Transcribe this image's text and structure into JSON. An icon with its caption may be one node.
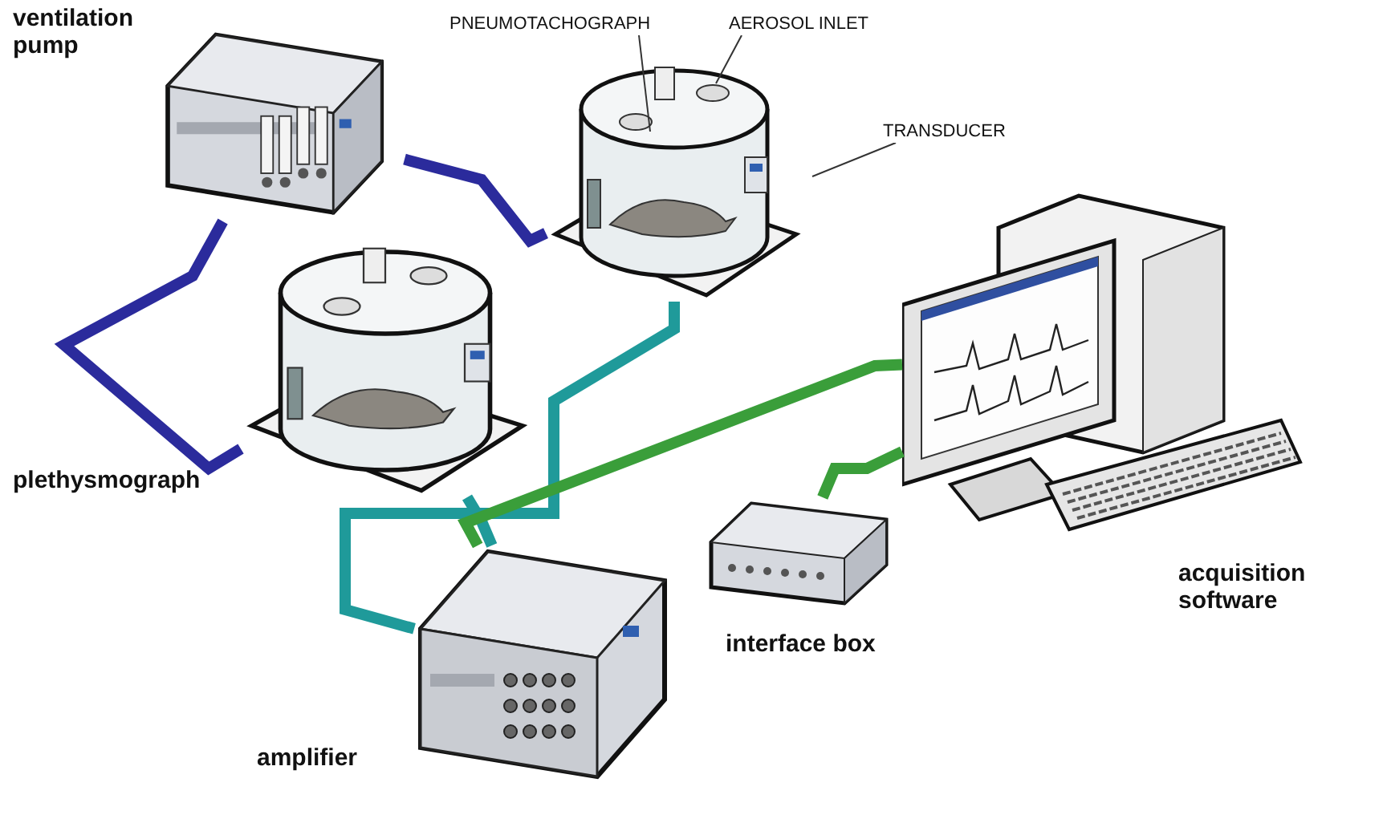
{
  "diagram": {
    "nodes": [
      {
        "text": [],
        "shape": "picture",
        "beside": [
          "ventilation pump"
        ]
      },
      {
        "text": [],
        "shape": "picture"
      },
      {
        "text": [],
        "shape": "picture",
        "beside": [
          "plethysmograph"
        ]
      },
      {
        "text": [],
        "shape": "picture",
        "beside": [
          "amplifier"
        ]
      },
      {
        "text": [],
        "shape": "picture",
        "beside": [
          "interface box"
        ]
      },
      {
        "text": [],
        "shape": "picture",
        "beside": [
          "acquisition software"
        ]
      },
      {
        "text": [
          "PNEUMOTACHOGRAPH"
        ]
      },
      {
        "text": [
          "AEROSOL INLET"
        ]
      },
      {
        "text": [
          "TRANSDUCER"
        ]
      }
    ],
    "edges": [
      {
        "from": 0,
        "to": 1,
        "arrow": "none",
        "color": "#2b2b9c"
      },
      {
        "from": 0,
        "to": 2,
        "arrow": "none",
        "color": "#2b2b9c"
      },
      {
        "from": 1,
        "to": 3,
        "arrow": "none",
        "color": "#1f9a9a"
      },
      {
        "from": 2,
        "to": 3,
        "arrow": "none",
        "color": "#1f9a9a"
      },
      {
        "from": 3,
        "to": 5,
        "arrow": "none",
        "color": "#3a9e3a"
      },
      {
        "from": 4,
        "to": 5,
        "arrow": "none",
        "color": "#3a9e3a"
      },
      {
        "from": 6,
        "to": 1,
        "arrow": "none",
        "color": "#333333"
      },
      {
        "from": 7,
        "to": 1,
        "arrow": "none",
        "color": "#333333"
      },
      {
        "from": 8,
        "to": 1,
        "arrow": "none",
        "color": "#333333"
      }
    ]
  }
}
